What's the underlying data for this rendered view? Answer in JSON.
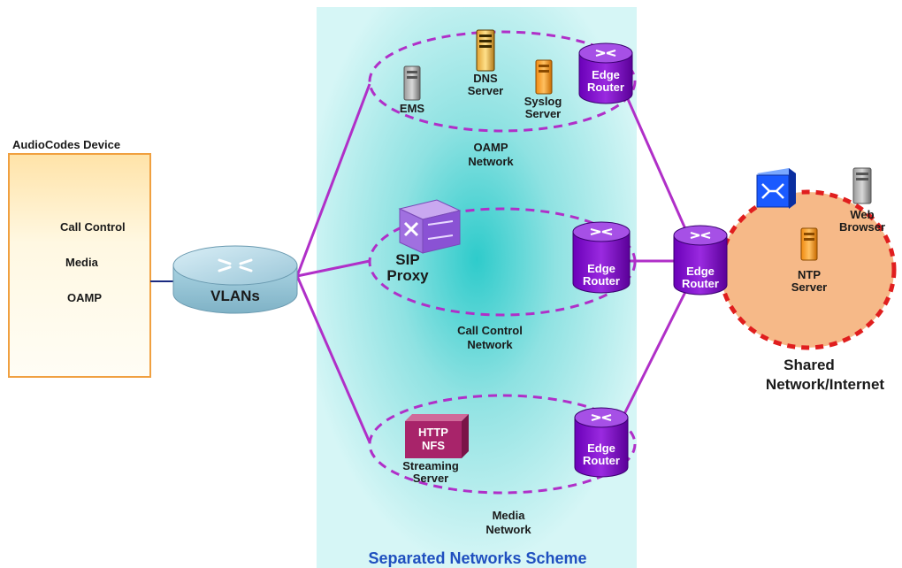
{
  "device": {
    "title": "AudioCodes Device",
    "items": [
      "Call Control",
      "Media",
      "OAMP"
    ]
  },
  "vlan_label": "VLANs",
  "scheme_title": "Separated Networks Scheme",
  "oamp": {
    "network_label": [
      "OAMP",
      "Network"
    ],
    "ems": "EMS",
    "dns": [
      "DNS",
      "Server"
    ],
    "syslog": [
      "Syslog",
      "Server"
    ]
  },
  "call_control": {
    "network_label": [
      "Call Control",
      "Network"
    ],
    "sip": [
      "SIP",
      "Proxy"
    ]
  },
  "media": {
    "network_label": [
      "Media",
      "Network"
    ],
    "streaming_box": [
      "HTTP",
      "NFS"
    ],
    "streaming": [
      "Streaming",
      "Server"
    ]
  },
  "edge_router": [
    "Edge",
    "Router"
  ],
  "shared": {
    "label": [
      "Shared",
      "Network/Internet"
    ],
    "web": [
      "Web",
      "Browser"
    ],
    "ntp": [
      "NTP",
      "Server"
    ]
  },
  "colors": {
    "panel": "#bff0f0",
    "panel_center": "#3fcfcf",
    "link": "#b02fc8",
    "router": "#8a14d4",
    "shared_fill": "#f6b988",
    "shared_border": "#e01e1e",
    "device_fill": "#fff6d6",
    "device_border": "#f0a040"
  }
}
